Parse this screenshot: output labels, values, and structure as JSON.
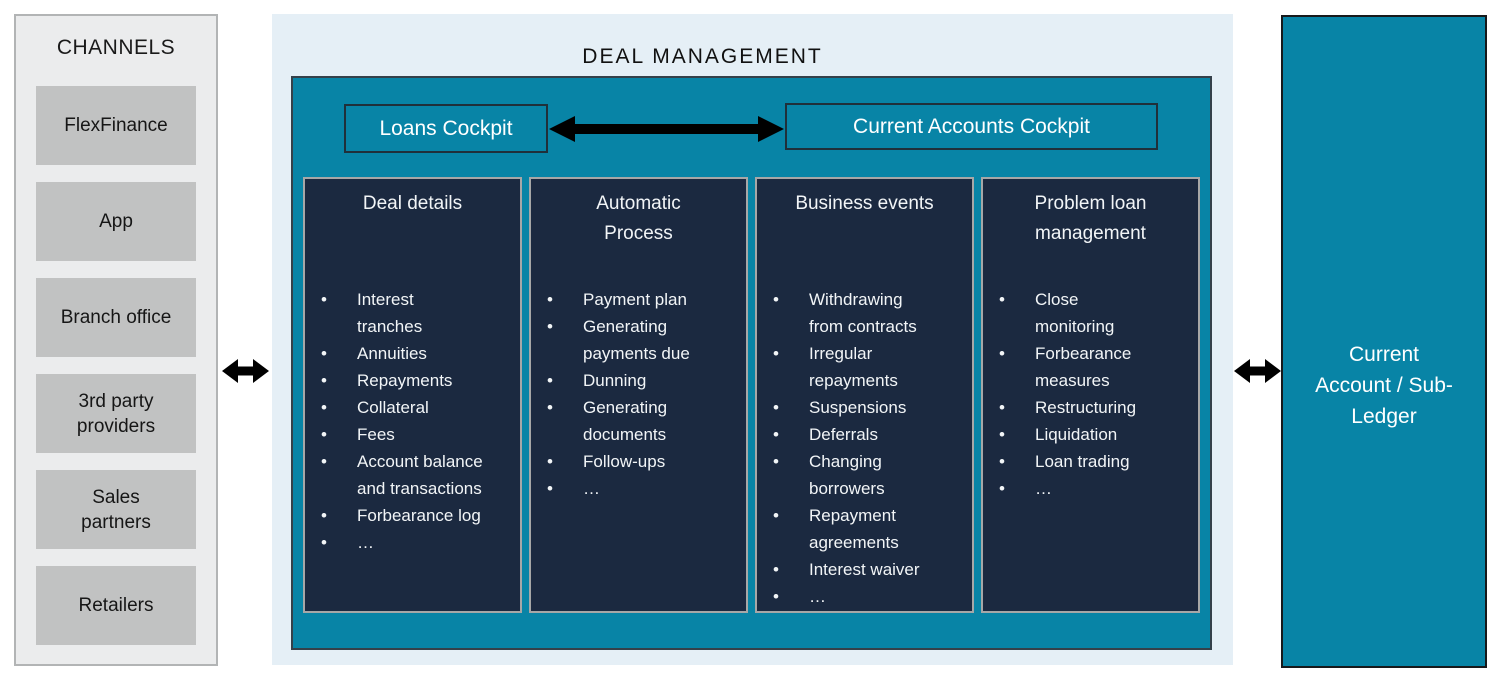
{
  "channels": {
    "title": "CHANNELS",
    "items": [
      "FlexFinance",
      "App",
      "Branch office",
      "3rd party\nproviders",
      "Sales\npartners",
      "Retailers"
    ]
  },
  "deal_management": {
    "title": "DEAL MANAGEMENT",
    "cockpits": {
      "loans": "Loans Cockpit",
      "current_accounts": "Current Accounts Cockpit"
    },
    "panels": [
      {
        "title": "Deal details",
        "items": [
          "Interest\ntranches",
          "Annuities",
          "Repayments",
          "Collateral",
          "Fees",
          "Account balance\nand transactions",
          "Forbearance log",
          "…"
        ]
      },
      {
        "title": "Automatic\nProcess",
        "items": [
          "Payment plan",
          "Generating\npayments due",
          "Dunning",
          "Generating\ndocuments",
          "Follow-ups",
          "…"
        ]
      },
      {
        "title": "Business events",
        "items": [
          "Withdrawing\nfrom contracts",
          "Irregular\nrepayments",
          "Suspensions",
          "Deferrals",
          "Changing\nborrowers",
          "Repayment\nagreements",
          "Interest waiver",
          "…"
        ]
      },
      {
        "title": "Problem loan\nmanagement",
        "items": [
          "Close\nmonitoring",
          "Forbearance\nmeasures",
          "Restructuring",
          "Liquidation",
          "Loan trading",
          "…"
        ]
      }
    ]
  },
  "ledger": {
    "label": "Current\nAccount / Sub-\nLedger"
  },
  "colors": {
    "teal": "#0884a6",
    "navy_panel": "#1b2940",
    "container_bg": "#e5eff6",
    "sidebar_bg": "#ebeced",
    "channel_box_bg": "#c1c2c2",
    "panel_border": "#a7a7a7",
    "arrow": "#000000"
  }
}
